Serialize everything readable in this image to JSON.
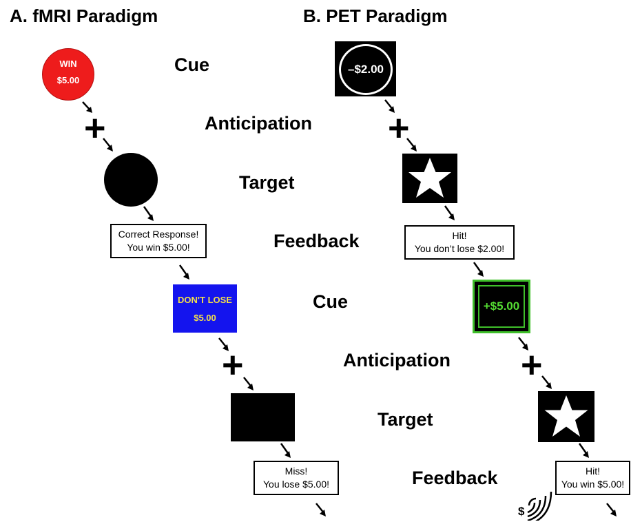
{
  "panel_a": {
    "heading": "A. fMRI Paradigm",
    "cue1_line1": "WIN",
    "cue1_line2": "$5.00",
    "feedback1_line1": "Correct Response!",
    "feedback1_line2": "You win $5.00!",
    "cue2_line1": "DON'T LOSE",
    "cue2_line2": "$5.00",
    "feedback2_line1": "Miss!",
    "feedback2_line2": "You lose $5.00!",
    "fixation": "+"
  },
  "panel_b": {
    "heading": "B. PET Paradigm",
    "cue1": "–$2.00",
    "feedback1_line1": "Hit!",
    "feedback1_line2": "You don’t lose $2.00!",
    "cue2": "+$5.00",
    "feedback2_line1": "Hit!",
    "feedback2_line2": "You win $5.00!",
    "fixation": "+",
    "sound_symbol": "$"
  },
  "stages": {
    "cue": "Cue",
    "anticipation": "Anticipation",
    "target": "Target",
    "feedback": "Feedback"
  },
  "colors": {
    "win_cue": "#ee1c1c",
    "dont_lose_cue": "#1414ee",
    "dont_lose_text": "#f4e04a",
    "gain_cue_text": "#55dd33",
    "gain_cue_border": "#3fbf2a"
  },
  "icons": {
    "target_a1": "black-circle",
    "target_a2": "black-rectangle",
    "target_b": "white-star-on-black",
    "sound": "sound-wave-icon"
  }
}
